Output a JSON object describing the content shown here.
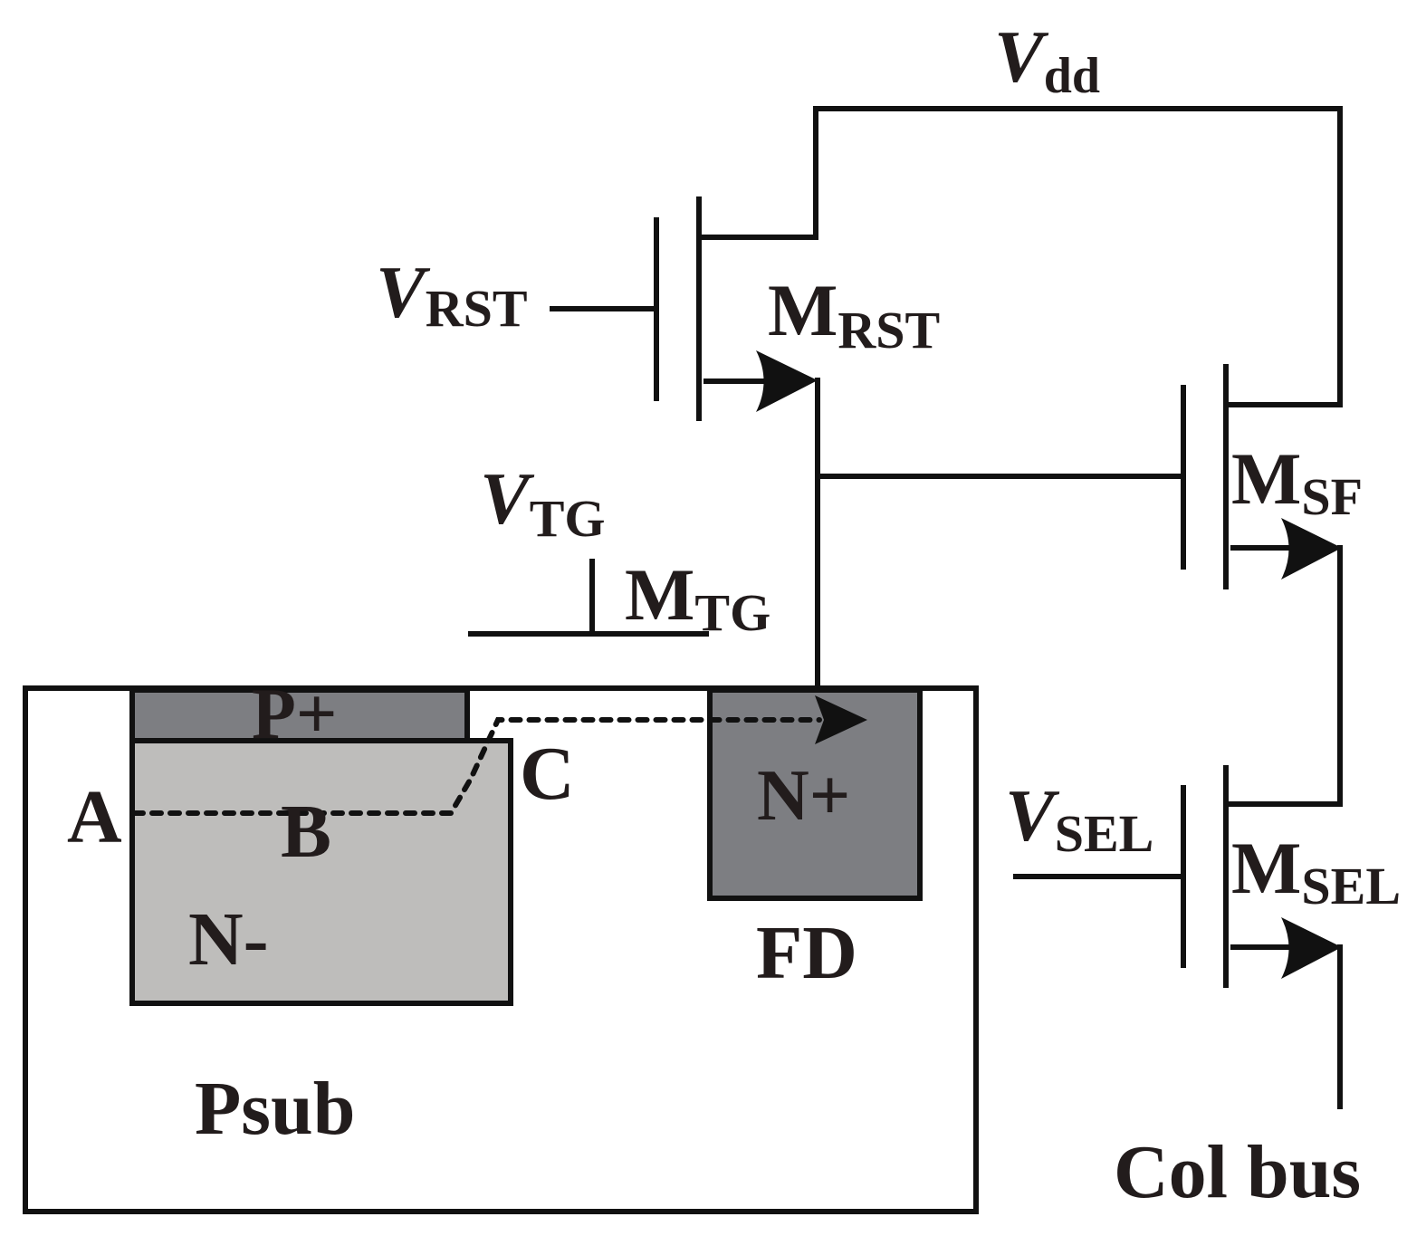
{
  "diagram": {
    "type": "CMOS 4T pixel cross-section with readout circuit",
    "colors": {
      "line": "#111111",
      "text": "#221c1c",
      "p_plus_fill": "#7d7e82",
      "n_minus_fill": "#bebdbb",
      "n_plus_fill": "#7d7e82",
      "background": "#ffffff"
    },
    "labels": {
      "vdd": {
        "main": "V",
        "sub": "dd"
      },
      "vrst": {
        "main": "V",
        "sub": "RST"
      },
      "mrst": {
        "main": "M",
        "sub": "RST"
      },
      "vtg": {
        "main": "V",
        "sub": "TG"
      },
      "mtg": {
        "main": "M",
        "sub": "TG"
      },
      "msf": {
        "main": "M",
        "sub": "SF"
      },
      "vsel": {
        "main": "V",
        "sub": "SEL"
      },
      "msel": {
        "main": "M",
        "sub": "SEL"
      },
      "col_bus": "Col bus",
      "p_plus": "P+",
      "n_minus": "N-",
      "n_plus": "N+",
      "fd": "FD",
      "psub": "Psub",
      "point_a": "A",
      "point_b": "B",
      "point_c": "C"
    },
    "nodes": [
      "Vdd",
      "M_RST",
      "M_SF",
      "M_SEL",
      "M_TG",
      "FD",
      "Col bus"
    ],
    "charge_transfer_path": [
      "A",
      "B",
      "C",
      "FD"
    ]
  }
}
